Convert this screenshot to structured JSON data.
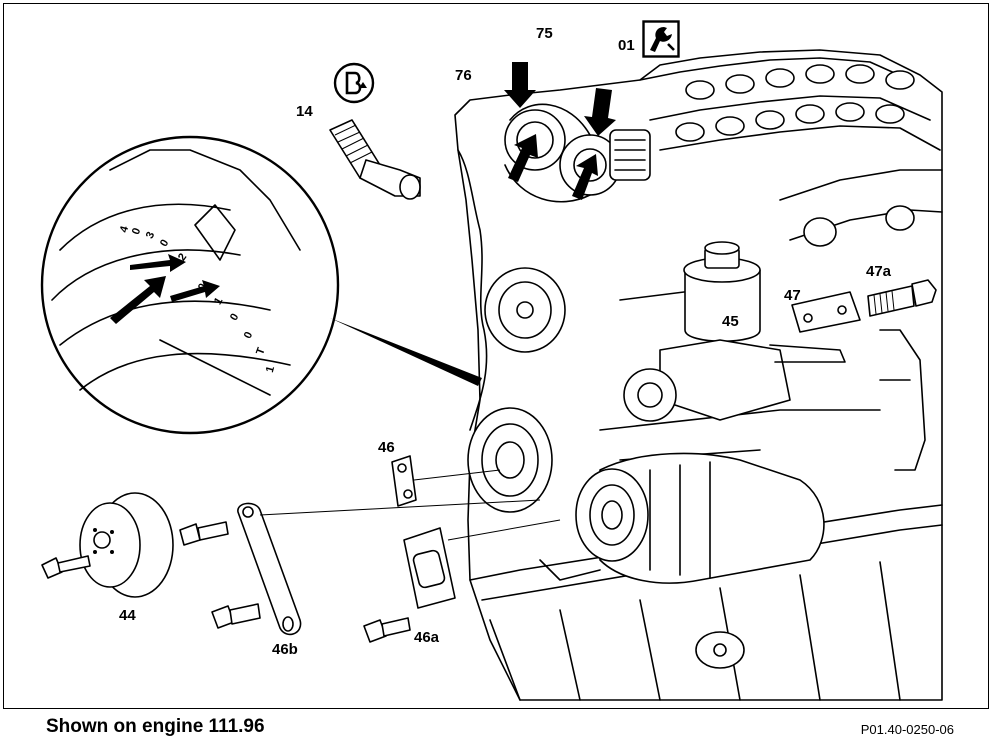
{
  "diagram": {
    "caption": "Shown on engine 111.96",
    "document_ref": "P01.40-0250-06",
    "callouts": [
      {
        "id": "14",
        "label": "14"
      },
      {
        "id": "76",
        "label": "76"
      },
      {
        "id": "75",
        "label": "75"
      },
      {
        "id": "01",
        "label": "01"
      },
      {
        "id": "45",
        "label": "45"
      },
      {
        "id": "47",
        "label": "47"
      },
      {
        "id": "47a",
        "label": "47a"
      },
      {
        "id": "46",
        "label": "46"
      },
      {
        "id": "44",
        "label": "44"
      },
      {
        "id": "46b",
        "label": "46b"
      },
      {
        "id": "46a",
        "label": "46a"
      }
    ],
    "detail_scale": [
      "4",
      "0",
      "3",
      "0",
      "2",
      "0",
      "1",
      "0",
      "0",
      "T",
      "1"
    ],
    "symbols": [
      {
        "name": "thread-lock-symbol",
        "icon": "circle-b-arrow"
      },
      {
        "name": "torque-wrench-symbol",
        "icon": "boxed-wrench"
      }
    ]
  }
}
